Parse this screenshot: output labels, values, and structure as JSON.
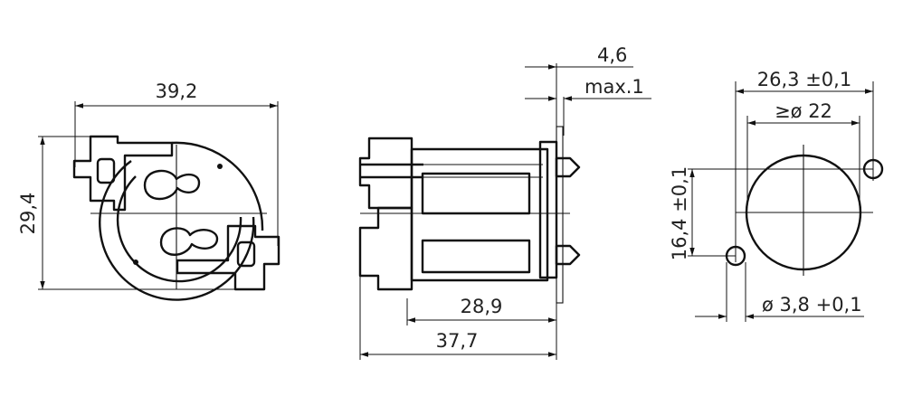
{
  "dimensions": {
    "front_width": "39,2",
    "front_height": "29,4",
    "side_offset": "4,6",
    "side_max": "max.1",
    "side_body_length": "28,9",
    "side_total_length": "37,7",
    "cutout_pitch": "26,3 ±0,1",
    "cutout_hole_diameter": "≥ø 22",
    "cutout_vertical": "16,4 ±0,1",
    "cutout_pin_diameter": "ø 3,8 +0,1"
  }
}
